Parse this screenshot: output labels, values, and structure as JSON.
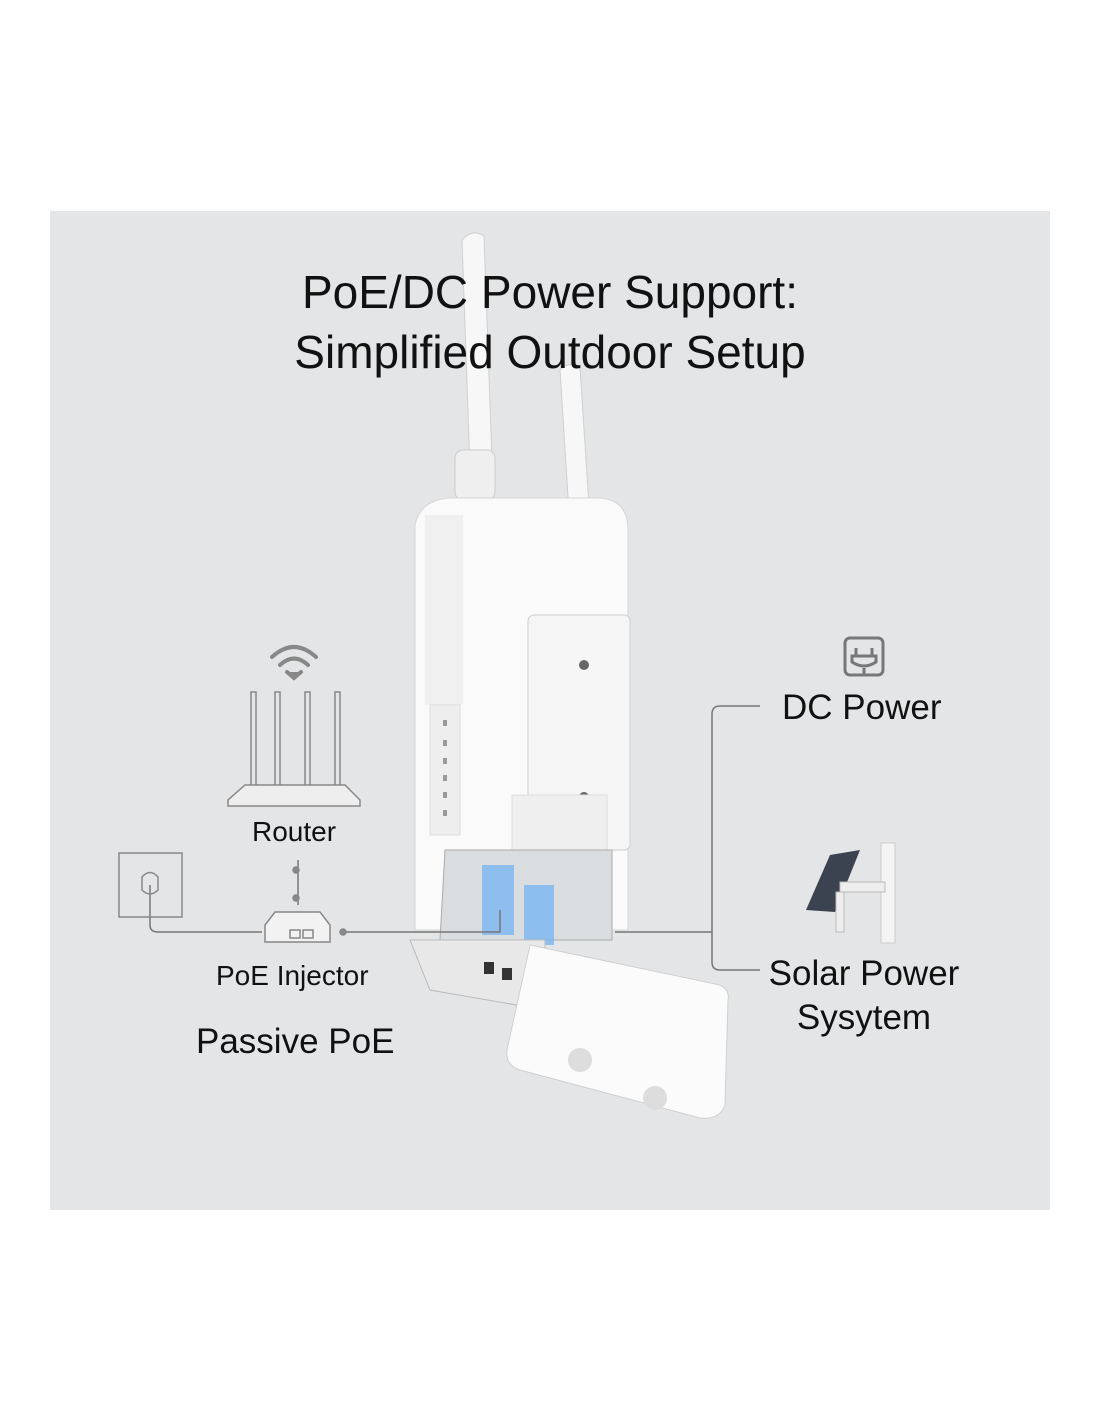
{
  "title": {
    "line1": "PoE/DC Power Support:",
    "line2": "Simplified Outdoor Setup"
  },
  "labels": {
    "router": "Router",
    "poe_injector": "PoE Injector",
    "passive_poe": "Passive PoE",
    "dc_power": "DC Power",
    "solar_line1": "Solar Power",
    "solar_line2": "Sysytem"
  },
  "icons": [
    "wifi-icon",
    "router-icon",
    "wall-outlet-icon",
    "poe-injector-icon",
    "dc-plug-icon",
    "solar-panel-icon",
    "outdoor-access-point-device"
  ],
  "colors": {
    "background": "#e4e5e6",
    "line": "#777777",
    "port_glow": "#3a8ee6"
  }
}
